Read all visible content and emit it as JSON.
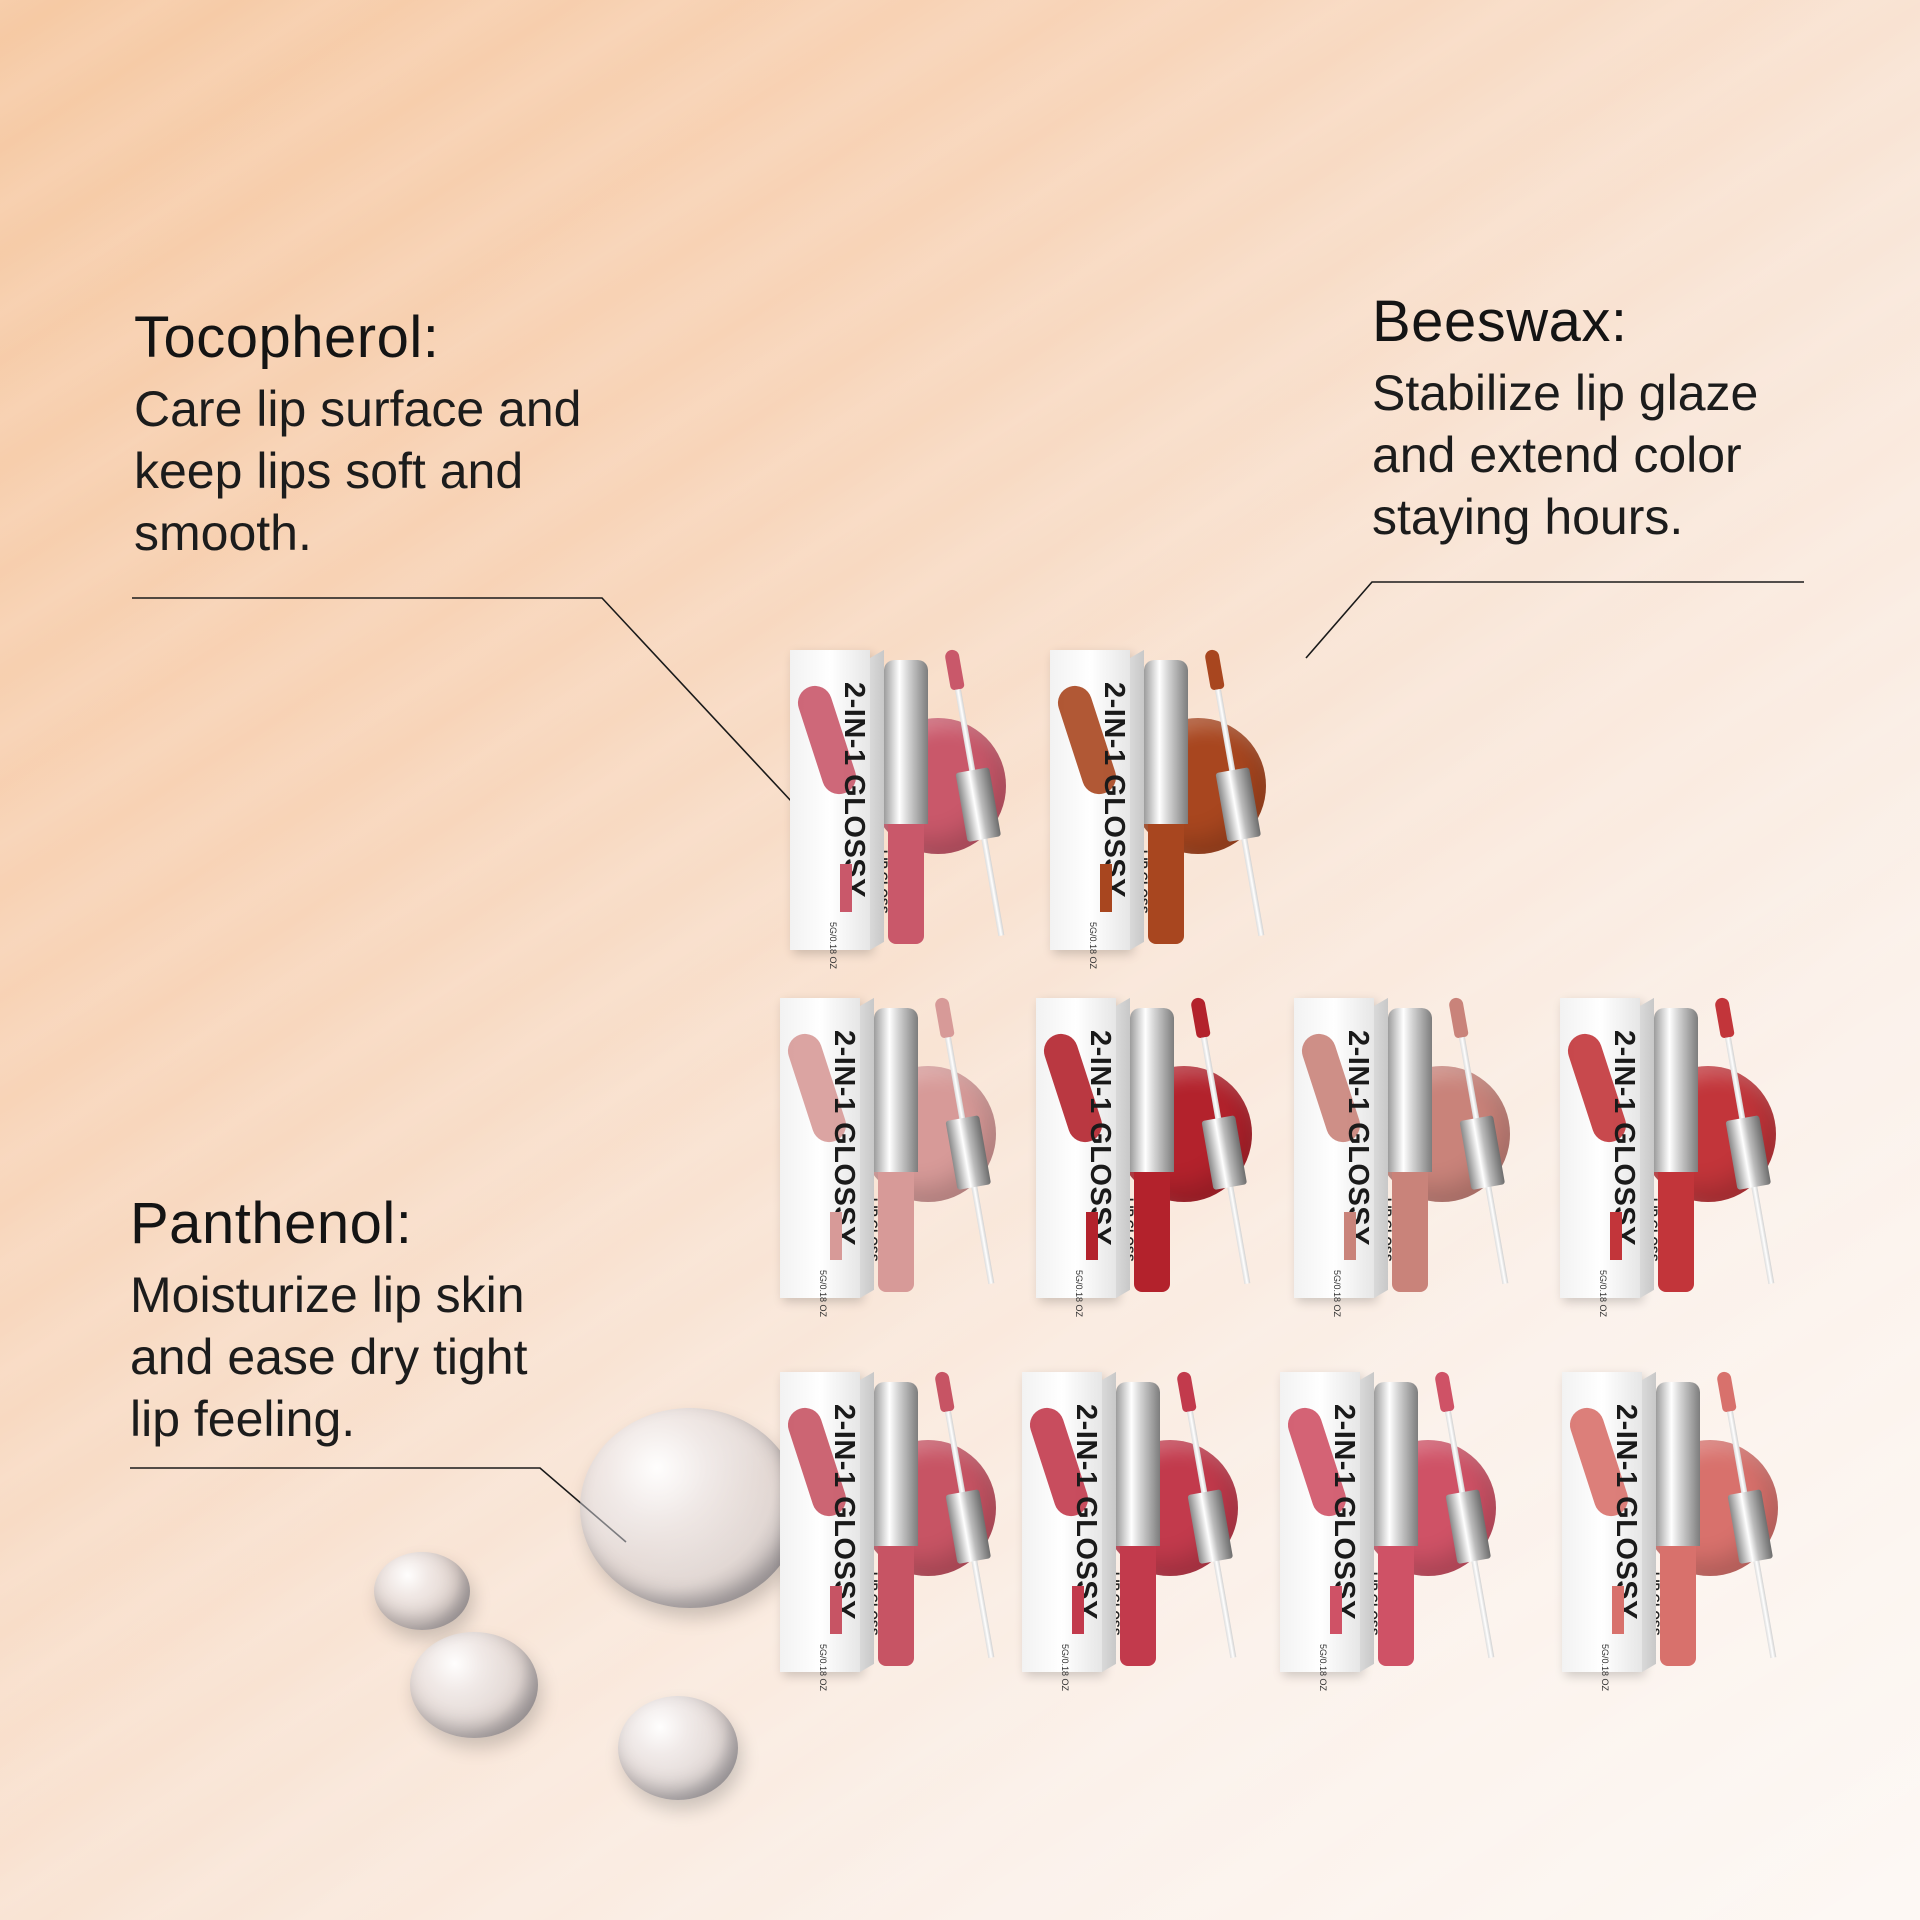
{
  "callouts": {
    "tocopherol": {
      "title": "Tocopherol:",
      "lines": [
        "Care lip surface and",
        "keep lips soft and",
        "smooth."
      ]
    },
    "beeswax": {
      "title": "Beeswax:",
      "lines": [
        "Stabilize lip glaze",
        "and extend color",
        "staying hours."
      ]
    },
    "panthenol": {
      "title": "Panthenol:",
      "lines": [
        "Moisturize lip skin",
        "and ease dry tight",
        "lip feeling."
      ]
    }
  },
  "product_label": {
    "brand": "2-IN-1 GLOSSY",
    "sub": "LIP GLOSS",
    "net": "5G/0.18 OZ"
  },
  "products": [
    {
      "color": "#c9586a"
    },
    {
      "color": "#a8461f"
    },
    {
      "color": "#d79a98"
    },
    {
      "color": "#b3222c"
    },
    {
      "color": "#c9837a"
    },
    {
      "color": "#c2353a"
    },
    {
      "color": "#c75464"
    },
    {
      "color": "#c23a4c"
    },
    {
      "color": "#cf5266"
    },
    {
      "color": "#d8716c"
    }
  ],
  "colors": {
    "text": "#141414",
    "leader_line": "#1a1a1a"
  },
  "icons": [
    "water-droplet-icon"
  ]
}
